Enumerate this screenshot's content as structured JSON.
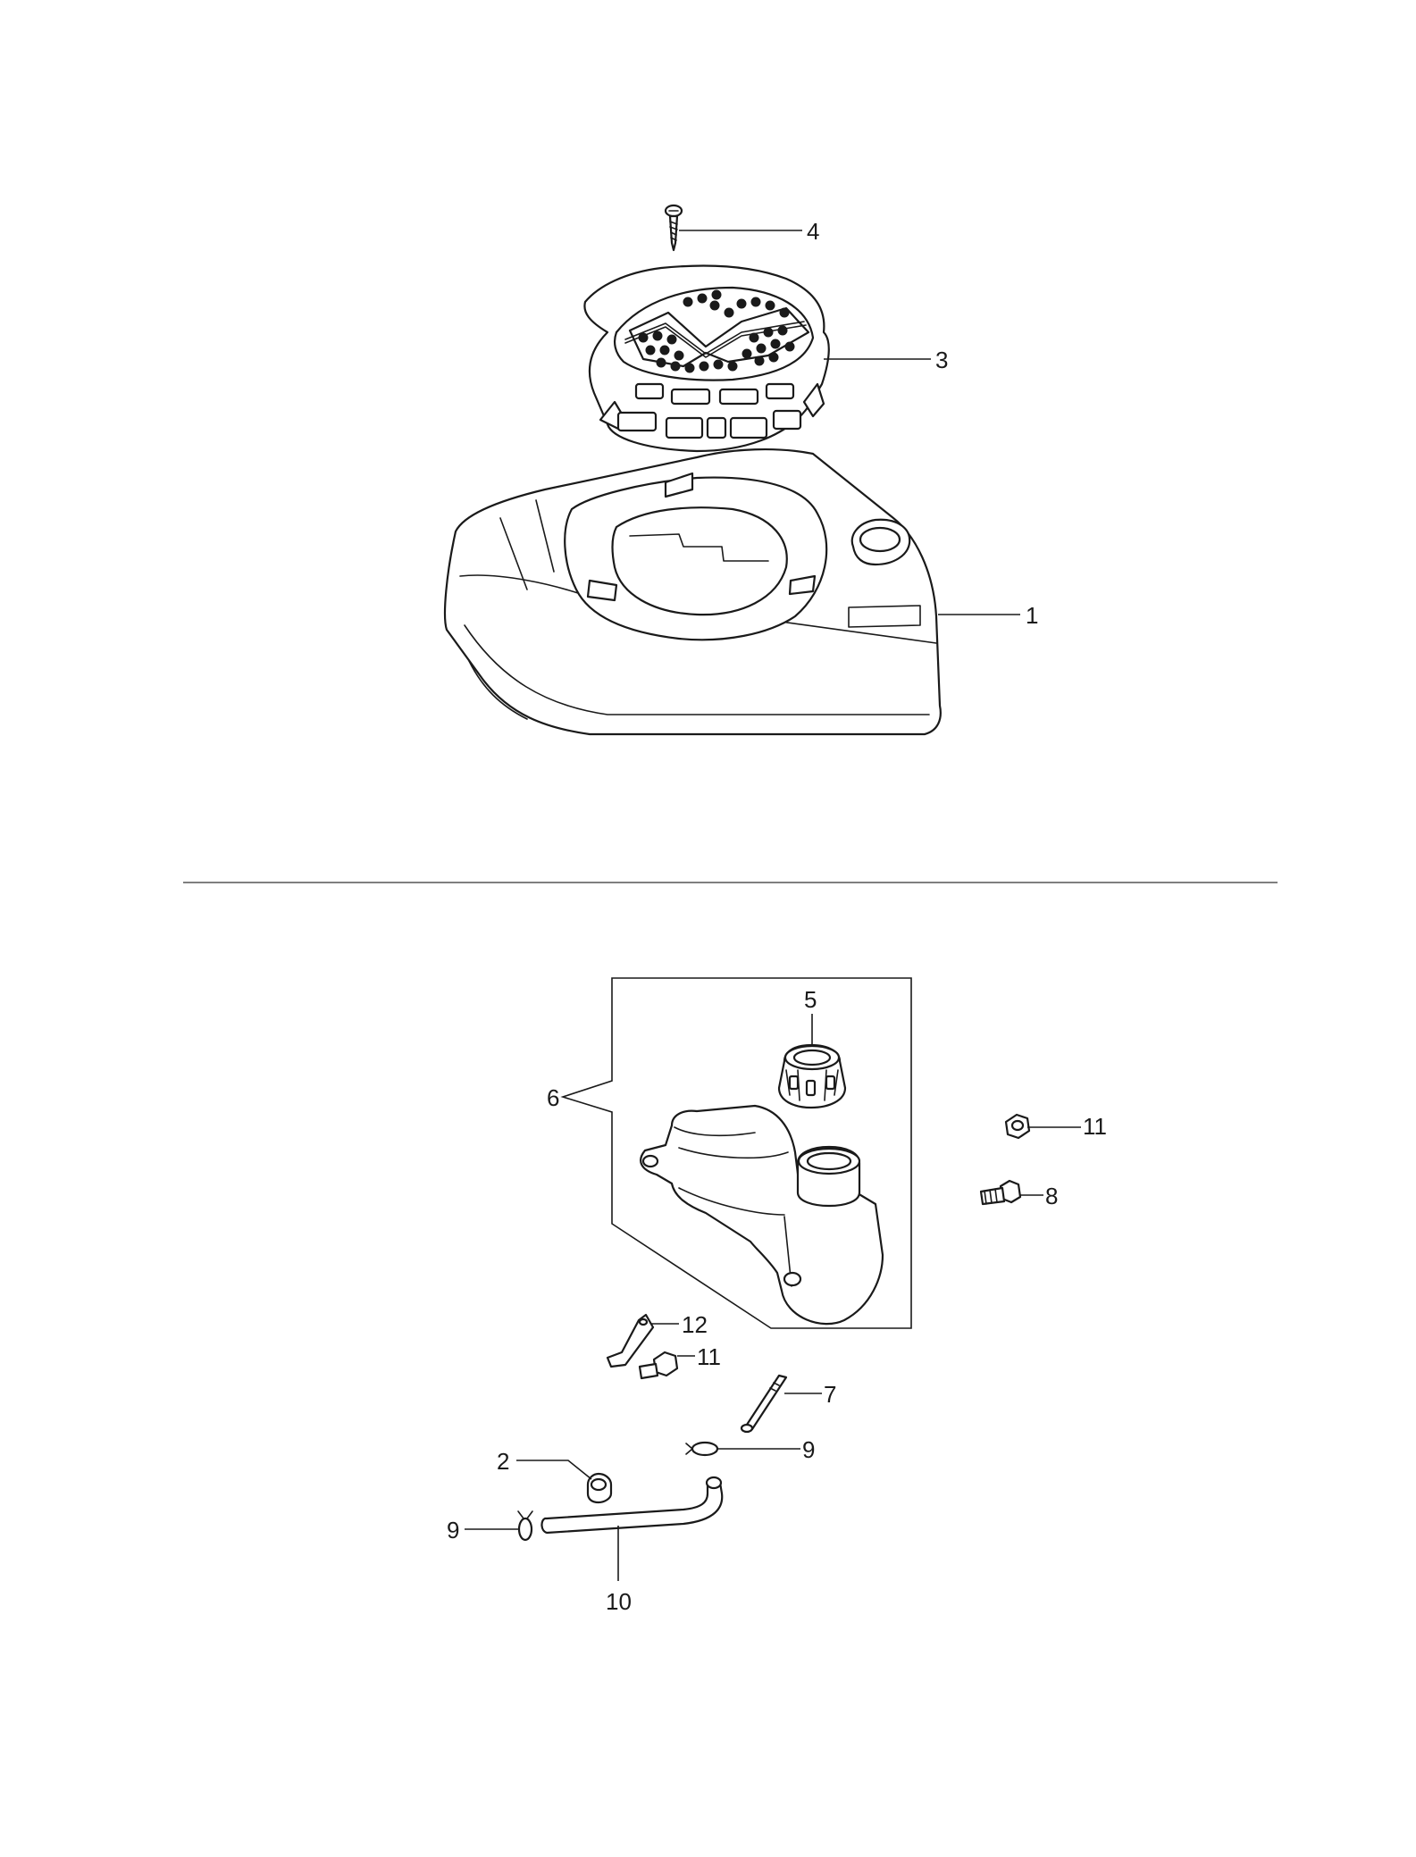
{
  "callouts": {
    "upper": [
      {
        "id": "screw",
        "label": "4"
      },
      {
        "id": "rotating-screen",
        "label": "3"
      },
      {
        "id": "blower-housing",
        "label": "1"
      }
    ],
    "lower": [
      {
        "id": "fuel-cap",
        "label": "5"
      },
      {
        "id": "fuel-tank-assembly",
        "label": "6"
      },
      {
        "id": "nut-upper",
        "label": "11"
      },
      {
        "id": "bolt",
        "label": "8"
      },
      {
        "id": "bracket",
        "label": "12"
      },
      {
        "id": "nut-lower",
        "label": "11"
      },
      {
        "id": "pin",
        "label": "7"
      },
      {
        "id": "clamp-upper",
        "label": "9"
      },
      {
        "id": "fitting",
        "label": "2"
      },
      {
        "id": "clamp-lower",
        "label": "9"
      },
      {
        "id": "fuel-line",
        "label": "10"
      }
    ]
  },
  "colors": {
    "line": "#1a1a1a",
    "divider": "#555555",
    "background": "#ffffff"
  }
}
